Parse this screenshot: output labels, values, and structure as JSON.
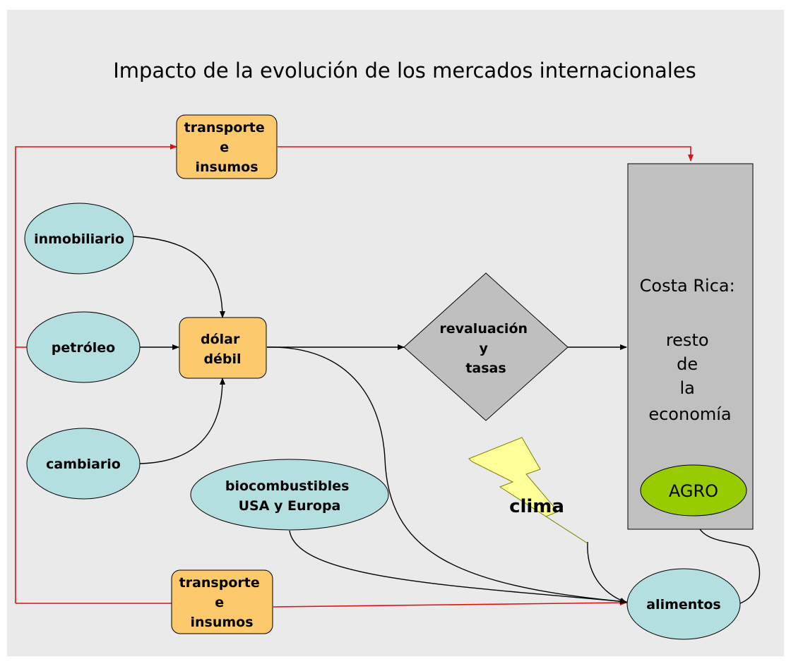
{
  "title": "Impacto de la evolución de los mercados internacionales",
  "nodes": {
    "transporte_top": [
      "transporte",
      "e",
      "insumos"
    ],
    "transporte_bottom": [
      "transporte",
      "e",
      "insumos"
    ],
    "inmobiliario": "inmobiliario",
    "petroleo": "petróleo",
    "cambiario": "cambiario",
    "dolar": [
      "dólar",
      "débil"
    ],
    "revaluacion": [
      "revaluación",
      "y",
      "tasas"
    ],
    "biocombustibles": [
      "biocombustibles",
      "USA y Europa"
    ],
    "alimentos": "alimentos",
    "clima": "clima",
    "costa_rica": [
      "Costa Rica:",
      "resto",
      "de",
      "la",
      "economía"
    ],
    "agro": "AGRO"
  },
  "colors": {
    "background": "#eaeaea",
    "ellipse_fill": "#b4dfe1",
    "box_fill": "#fcc96d",
    "diamond_fill": "#bfbfbf",
    "panel_fill": "#c0c0c0",
    "agro_fill": "#99cc00",
    "bolt_fill": "#ffff99",
    "red_arrow": "#e11010",
    "black_arrow": "#000000"
  }
}
